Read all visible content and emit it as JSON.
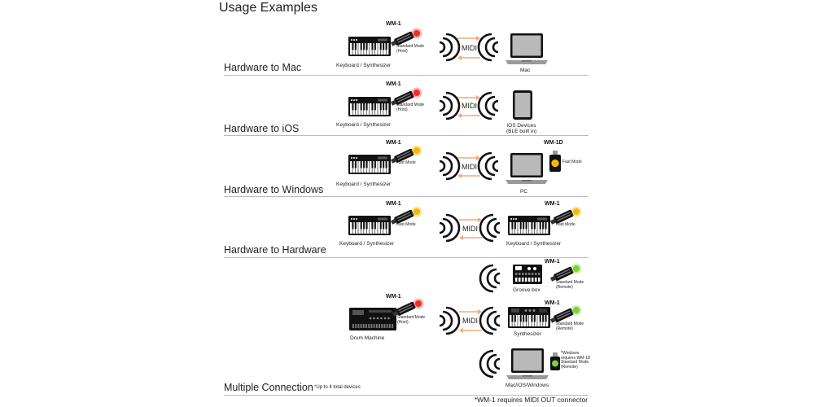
{
  "heading": "Usage Examples",
  "colors": {
    "arrow": "#f3a97a",
    "red_led": "#e8322c",
    "yellow_led": "#f5b700",
    "green_led": "#7fcf3a",
    "divider": "#bbbbbb"
  },
  "rows": [
    {
      "label": "Hardware to Mac",
      "left_device": "Keyboard / Synthesizer",
      "left_adapter": "WM-1",
      "left_mode": [
        "Standard Mode",
        "(Host)"
      ],
      "link": "MIDI",
      "right_device": "Mac"
    },
    {
      "label": "Hardware to iOS",
      "left_device": "Keyboard / Synthesizer",
      "left_adapter": "WM-1",
      "left_mode": [
        "Standard Mode",
        "(Host)"
      ],
      "link": "MIDI",
      "right_device": [
        "iOS Devices",
        "(BLE built in)"
      ]
    },
    {
      "label": "Hardware to Windows",
      "left_device": "Keyboard / Synthesizer",
      "left_adapter": "WM-1",
      "left_mode": "Fast Mode",
      "link": "MIDI",
      "right_device": "PC",
      "right_adapter": "WM-1D",
      "right_mode": "Fast Mode"
    },
    {
      "label": "Hardware to Hardware",
      "left_device": "Keyboard / Synthesizer",
      "left_adapter": "WM-1",
      "left_mode": "Fast Mode",
      "link": "MIDI",
      "right_device": "Keyboard / Synthesizer",
      "right_adapter": "WM-1",
      "right_mode": "Fast Mode"
    },
    {
      "label": "Multiple Connection",
      "note": "*Up to 4 total devices",
      "left_device": "Drum  Machine",
      "left_adapter": "WM-1",
      "left_mode": [
        "Standard Mode",
        "(Host)"
      ],
      "link": "MIDI",
      "targets": [
        {
          "device": "Groove box",
          "adapter": "WM-1",
          "mode": [
            "Standard Mode",
            "(Remote)"
          ]
        },
        {
          "device": "Synthesizer",
          "adapter": "WM-1",
          "mode": [
            "Standard Mode",
            "(Remote)"
          ]
        },
        {
          "device": "Mac/iOS/Windows",
          "mode": [
            "*Windows",
            "requires WM-1D",
            "Standard Mode",
            "(Remote)"
          ]
        }
      ]
    }
  ],
  "footnote": "*WM-1 requires MIDI OUT connector",
  "icons": [
    "keyboard-icon",
    "wm1-adapter-icon",
    "led-icon",
    "wireless-waves-icon",
    "arrow-right-icon",
    "arrow-left-icon",
    "laptop-icon",
    "tablet-icon",
    "usb-dongle-icon",
    "groove-box-icon",
    "drum-machine-icon",
    "synthesizer-icon"
  ]
}
